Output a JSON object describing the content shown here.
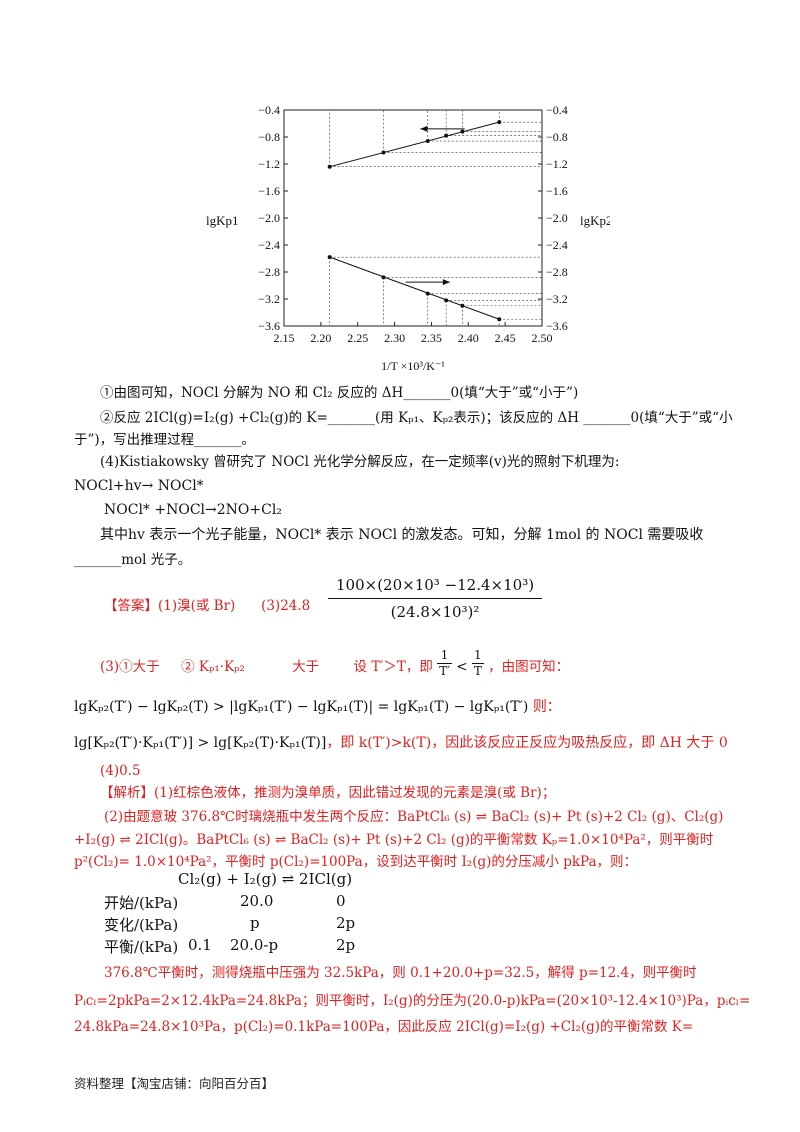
{
  "chart_data": {
    "type": "scatter",
    "xlabel": "1/T ×10³/K⁻¹",
    "ylabel_left": "lgKp1",
    "ylabel_right": "lgKp2",
    "xlim": [
      2.15,
      2.5
    ],
    "ylim": [
      -3.6,
      -0.4
    ],
    "x_ticks": [
      "2.15",
      "2.20",
      "2.25",
      "2.30",
      "2.35",
      "2.40",
      "2.45",
      "2.50"
    ],
    "y_ticks": [
      "−0.4",
      "−0.8",
      "−1.2",
      "−1.6",
      "−2.0",
      "−2.4",
      "−2.8",
      "−3.2",
      "−3.6"
    ],
    "series": [
      {
        "name": "lgKp1",
        "points": [
          [
            2.212,
            -1.24
          ],
          [
            2.285,
            -1.03
          ],
          [
            2.345,
            -0.86
          ],
          [
            2.37,
            -0.78
          ],
          [
            2.392,
            -0.72
          ],
          [
            2.442,
            -0.58
          ]
        ]
      },
      {
        "name": "lgKp2",
        "points": [
          [
            2.212,
            -2.58
          ],
          [
            2.285,
            -2.88
          ],
          [
            2.345,
            -3.12
          ],
          [
            2.37,
            -3.22
          ],
          [
            2.392,
            -3.3
          ],
          [
            2.442,
            -3.5
          ]
        ]
      }
    ],
    "grid": "dashed guide lines at data points",
    "arrows": [
      "left (upper line)",
      "right (lower line)"
    ]
  },
  "question": {
    "q1": "①由图可知，NOCl 分解为 NO 和 Cl₂ 反应的 ΔH_______0(填“大于”或“小于”)",
    "q2a": "②反应 2ICl(g)=I₂(g) +Cl₂(g)的 K=_______(用 Kₚ₁、Kₚ₂表示)；该反应的 ΔH _______0(填“大于”或“小",
    "q2b": "于”)，写出推理过程_______。",
    "q4": "(4)Kistiakowsky 曾研究了 NOCl 光化学分解反应，在一定频率(v)光的照射下机理为:",
    "mech1": "NOCl+hv→ NOCl*",
    "mech2": "NOCl* +NOCl→2NO+Cl₂",
    "q4b": "其中hv 表示一个光子能量，NOCl* 表示 NOCl 的激发态。可知，分解 1mol 的 NOCl 需要吸收",
    "q4c": "_______mol 光子。"
  },
  "answer": {
    "label": "【答案】",
    "a1": "(1)溴(或 Br)",
    "a3": "(3)24.8",
    "frac_num": "100×(20×10³ −12.4×10³)",
    "frac_den": "(24.8×10³)²",
    "a3b_1": "(3)①大于",
    "a3b_2": "② Kₚ₁·Kₚ₂",
    "a3b_3": "大于",
    "a3b_4": "设 T′＞T，即",
    "a3b_5": "，由图可知：",
    "ineq1": "lgKₚ₂(T′) − lgKₚ₂(T) > |lgKₚ₁(T′) − lgKₚ₁(T)| = lgKₚ₁(T) − lgKₚ₁(T′)",
    "ineq1_tail": "则：",
    "ineq2": "lg[Kₚ₂(T′)·Kₚ₁(T′)] > lg[Kₚ₂(T)·Kₚ₁(T)]",
    "ineq2_tail": "，即 k(T′)>k(T)，因此该反应正反应为吸热反应，即 ΔH 大于 0",
    "a4": "(4)0.5"
  },
  "analysis": {
    "label": "【解析】",
    "p1": "(1)红棕色液体，推测为溴单质，因此错过发现的元素是溴(或 Br)；",
    "p2a": "(2)由题意玻 376.8℃时璃烧瓶中发生两个反应：BaPtCl₆ (s) ⇌ BaCl₂ (s)+ Pt (s)+2 Cl₂ (g)、Cl₂(g)",
    "p2b": "+I₂(g) ⇌ 2ICl(g)。BaPtCl₆ (s) ⇌ BaCl₂ (s)+ Pt (s)+2 Cl₂ (g)的平衡常数 Kₚ=1.0×10⁴Pa²，则平衡时",
    "p2c": "p²(Cl₂)= 1.0×10⁴Pa²，平衡时 p(Cl₂)=100Pa，设到达平衡时 I₂(g)的分压减小 pkPa，则：",
    "table_eq": "Cl₂(g) + I₂(g) ⇌ 2ICl(g)",
    "rows": [
      {
        "label": "开始/(kPa)",
        "pre": "",
        "c1": "20.0",
        "c2": "0"
      },
      {
        "label": "变化/(kPa)",
        "pre": "",
        "c1": "p",
        "c2": "2p"
      },
      {
        "label": "平衡/(kPa)",
        "pre": "0.1",
        "c1": "20.0-p",
        "c2": "2p"
      }
    ],
    "p3a": "376.8℃平衡时，测得烧瓶中压强为 32.5kPa，则 0.1+20.0+p=32.5，解得 p=12.4，则平衡时",
    "p3b": "Pᵢcₗ=2pkPa=2×12.4kPa=24.8kPa；则平衡时，I₂(g)的分压为(20.0-p)kPa=(20×10³-12.4×10³)Pa，pᵢcₗ=",
    "p3c": "24.8kPa=24.8×10³Pa，p(Cl₂)=0.1kPa=100Pa，因此反应 2ICl(g)=I₂(g) +Cl₂(g)的平衡常数 K="
  },
  "footer": "资料整理【淘宝店铺：向阳百分百】"
}
